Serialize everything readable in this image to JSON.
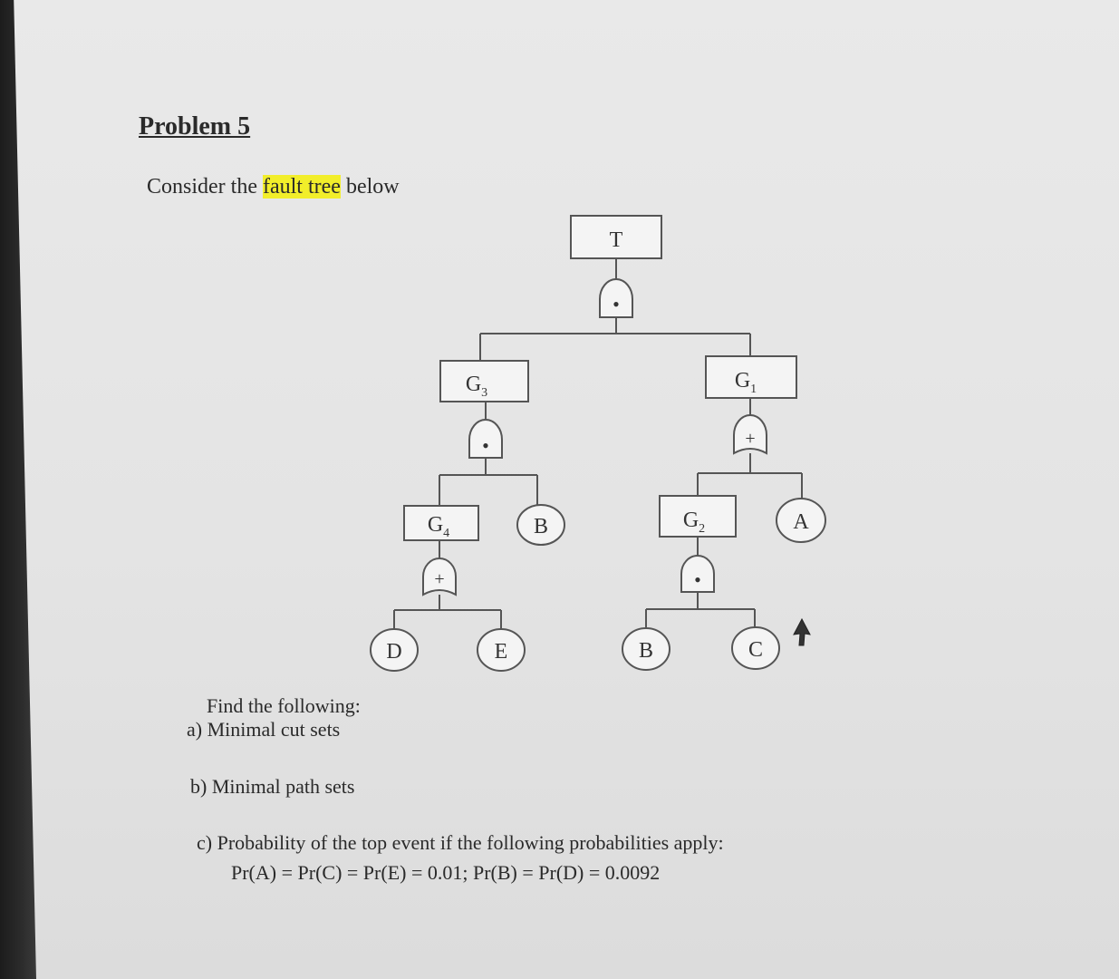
{
  "problem": {
    "title": "Problem 5",
    "intro_before": "Consider the ",
    "intro_highlight": "fault tree",
    "intro_after": " below"
  },
  "fault_tree": {
    "top_event": "T",
    "gate_symbols": {
      "and": "•",
      "or": "+"
    },
    "events": {
      "g1": {
        "main": "G",
        "sub": "1"
      },
      "g2": {
        "main": "G",
        "sub": "2"
      },
      "g3": {
        "main": "G",
        "sub": "3"
      },
      "g4": {
        "main": "G",
        "sub": "4"
      }
    },
    "basic_events": {
      "a": "A",
      "b_under_g3": "B",
      "b_under_g2": "B",
      "c": "C",
      "d": "D",
      "e": "E"
    }
  },
  "questions": {
    "find_label": "Find the following:",
    "a": "a) Minimal cut sets",
    "b": "b) Minimal path sets",
    "c": "c) Probability of the top event if the following probabilities apply:",
    "probabilities": "Pr(A) = Pr(C) = Pr(E) = 0.01;    Pr(B) = Pr(D) = 0.0092"
  }
}
